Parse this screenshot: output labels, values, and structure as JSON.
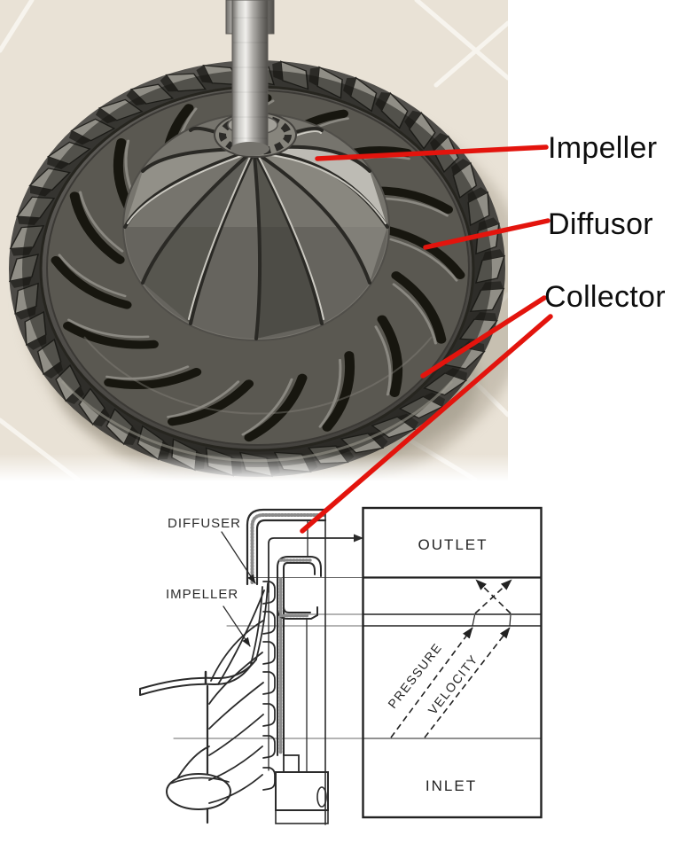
{
  "annotations": {
    "labels": [
      {
        "id": "impeller",
        "text": "Impeller"
      },
      {
        "id": "diffusor",
        "text": "Diffusor"
      },
      {
        "id": "collector",
        "text": "Collector"
      }
    ],
    "color_red": "#e3140d"
  },
  "schematic": {
    "diffuser_label": "DIFFUSER",
    "impeller_label": "IMPELLER"
  },
  "diagram": {
    "outlet": "OUTLET",
    "pressure": "PRESSURE",
    "velocity": "VELOCITY",
    "inlet": "INLET"
  }
}
